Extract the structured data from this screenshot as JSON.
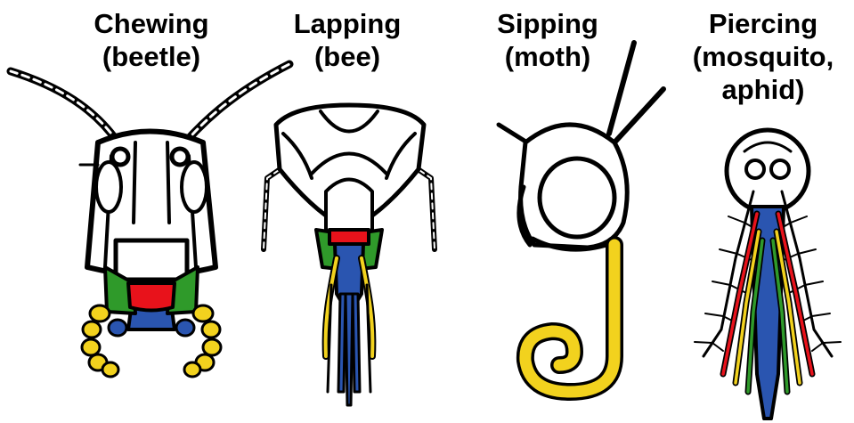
{
  "panels": [
    {
      "id": "chewing",
      "line1": "Chewing",
      "line2": "(beetle)",
      "line3": ""
    },
    {
      "id": "lapping",
      "line1": "Lapping",
      "line2": "(bee)",
      "line3": ""
    },
    {
      "id": "sipping",
      "line1": "Sipping",
      "line2": "(moth)",
      "line3": ""
    },
    {
      "id": "piercing",
      "line1": "Piercing",
      "line2": "(mosquito,",
      "line3": "aphid)"
    }
  ],
  "colors": {
    "labrum": "#e8121b",
    "mandible": "#2f9a2a",
    "maxilla": "#f2d21e",
    "labium": "#2a55b0",
    "outline": "#000000"
  }
}
